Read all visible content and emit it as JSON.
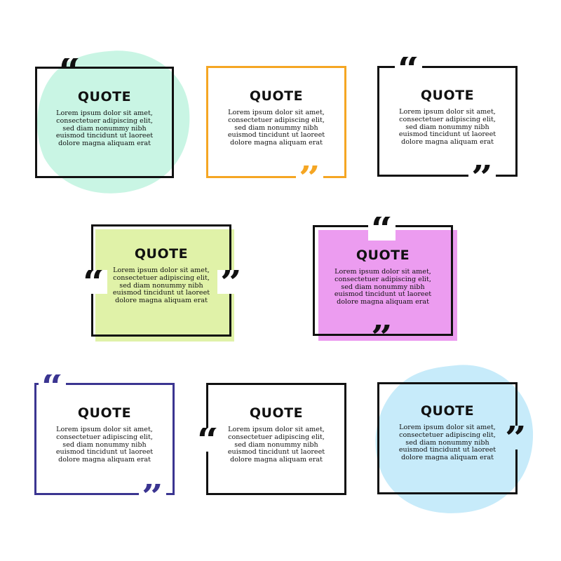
{
  "colors": {
    "black": "#111111",
    "orange": "#f5a623",
    "indigo": "#3b3591",
    "mint": "#c9f5e4",
    "lime": "#e0f2a8",
    "violet": "#ec9cf0",
    "sky": "#c7ebfa"
  },
  "icons": {
    "open_quote": "quote-open-icon",
    "close_quote": "quote-close-icon"
  },
  "glyphs": {
    "open": "“",
    "close": "”"
  },
  "cards": [
    {
      "title": "QUOTE",
      "body": "Lorem ipsum dolor sit amet,\nconsectetuer adipiscing elit,\nsed diam nonummy nibh\neuismod tincidunt ut laoreet\ndolore magna aliquam erat"
    },
    {
      "title": "QUOTE",
      "body": "Lorem ipsum dolor sit amet,\nconsectetuer adipiscing elit,\nsed diam nonummy nibh\neuismod tincidunt ut laoreet\ndolore magna aliquam erat"
    },
    {
      "title": "QUOTE",
      "body": "Lorem ipsum dolor sit amet,\nconsectetuer adipiscing elit,\nsed diam nonummy nibh\neuismod tincidunt ut laoreet\ndolore magna aliquam erat"
    },
    {
      "title": "QUOTE",
      "body": "Lorem ipsum dolor sit amet,\nconsectetuer adipiscing elit,\nsed diam nonummy nibh\neuismod tincidunt ut laoreet\ndolore magna aliquam erat"
    },
    {
      "title": "QUOTE",
      "body": "Lorem ipsum dolor sit amet,\nconsectetuer adipiscing elit,\nsed diam nonummy nibh\neuismod tincidunt ut laoreet\ndolore magna aliquam erat"
    },
    {
      "title": "QUOTE",
      "body": "Lorem ipsum dolor sit amet,\nconsectetuer adipiscing elit,\nsed diam nonummy nibh\neuismod tincidunt ut laoreet\ndolore magna aliquam erat"
    },
    {
      "title": "QUOTE",
      "body": "Lorem ipsum dolor sit amet,\nconsectetuer adipiscing elit,\nsed diam nonummy nibh\neuismod tincidunt ut laoreet\ndolore magna aliquam erat"
    },
    {
      "title": "QUOTE",
      "body": "Lorem ipsum dolor sit amet,\nconsectetuer adipiscing elit,\nsed diam nonummy nibh\neuismod tincidunt ut laoreet\ndolore magna aliquam erat"
    }
  ]
}
